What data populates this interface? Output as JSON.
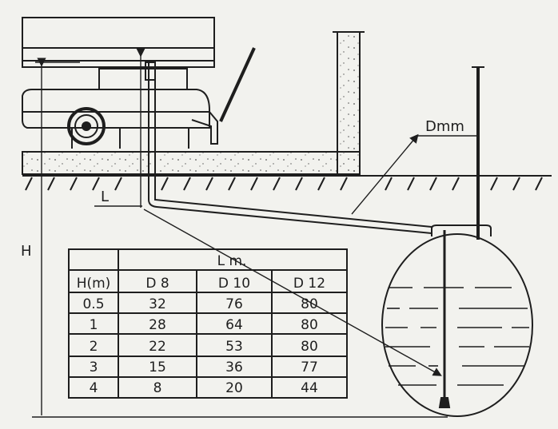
{
  "labels": {
    "pipe_diameter": "Dmm",
    "length": "L",
    "height": "H"
  },
  "table": {
    "group_header": "L m.",
    "row_header": "H(m)",
    "columns": [
      "D 8",
      "D 10",
      "D 12"
    ],
    "rows": [
      {
        "h": "0.5",
        "values": [
          "32",
          "76",
          "80"
        ]
      },
      {
        "h": "1",
        "values": [
          "28",
          "64",
          "80"
        ]
      },
      {
        "h": "2",
        "values": [
          "22",
          "53",
          "80"
        ]
      },
      {
        "h": "3",
        "values": [
          "15",
          "36",
          "77"
        ]
      },
      {
        "h": "4",
        "values": [
          "8",
          "20",
          "44"
        ]
      }
    ]
  }
}
